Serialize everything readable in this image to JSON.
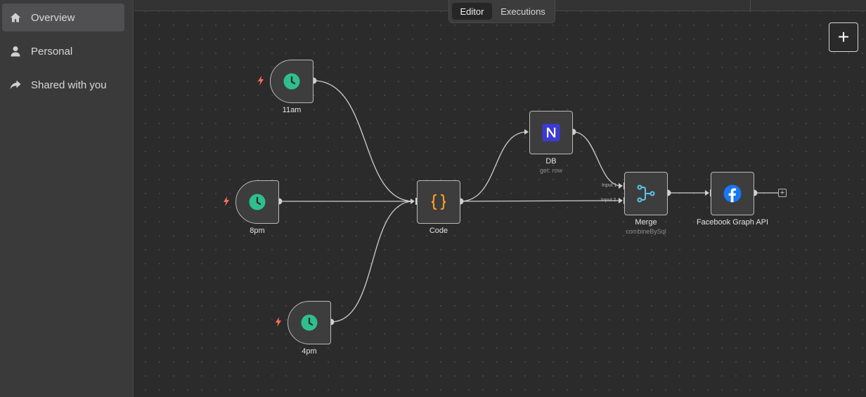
{
  "sidebar": {
    "items": [
      {
        "label": "Overview",
        "icon": "home-icon",
        "active": true
      },
      {
        "label": "Personal",
        "icon": "user-icon",
        "active": false
      },
      {
        "label": "Shared with you",
        "icon": "share-icon",
        "active": false
      }
    ]
  },
  "header": {
    "tabs": [
      {
        "label": "Editor",
        "active": true
      },
      {
        "label": "Executions",
        "active": false
      }
    ],
    "add_button": "+"
  },
  "workflow": {
    "nodes": [
      {
        "id": "11am",
        "label": "11am",
        "icon": "clock-icon",
        "trigger": true
      },
      {
        "id": "8pm",
        "label": "8pm",
        "icon": "clock-icon",
        "trigger": true
      },
      {
        "id": "4pm",
        "label": "4pm",
        "icon": "clock-icon",
        "trigger": true
      },
      {
        "id": "code",
        "label": "Code",
        "icon": "code-braces-icon"
      },
      {
        "id": "db",
        "label": "DB",
        "subtitle": "get: row",
        "icon": "notion-icon"
      },
      {
        "id": "merge",
        "label": "Merge",
        "subtitle": "combineBySql",
        "icon": "merge-icon",
        "inputs": [
          "Input 1",
          "Input 2"
        ]
      },
      {
        "id": "facebook",
        "label": "Facebook Graph API",
        "icon": "facebook-icon"
      }
    ]
  },
  "colors": {
    "accent_clock": "#2fbf8f",
    "trigger_bolt": "#ff6d5a",
    "code_brace": "#ff9922",
    "notion_bg": "#3b3bd4",
    "merge_icon": "#5cc4e6",
    "facebook": "#1877f2"
  }
}
